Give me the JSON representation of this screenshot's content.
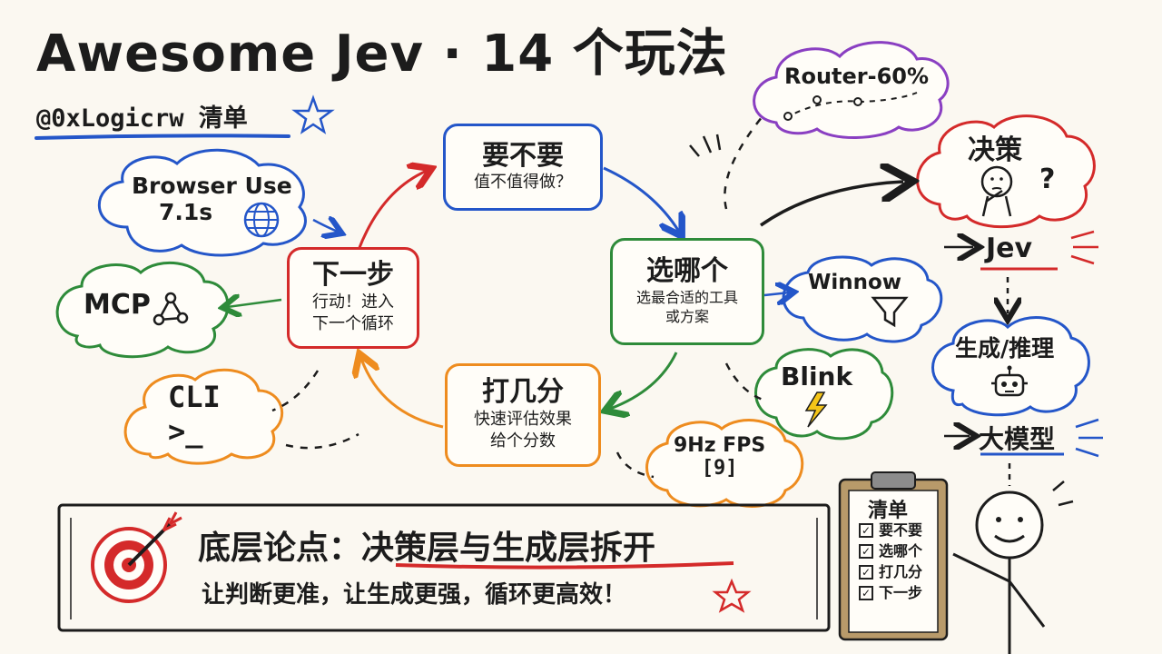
{
  "title": "Awesome Jev · 14 个玩法",
  "handle": "@0xLogicrw 清单",
  "cycle": {
    "top": {
      "title": "要不要",
      "sub": "值不值得做？"
    },
    "right": {
      "title": "选哪个",
      "sub1": "选最合适的工具",
      "sub2": "或方案"
    },
    "bottom": {
      "title": "打几分",
      "sub1": "快速评估效果",
      "sub2": "给个分数"
    },
    "left": {
      "title": "下一步",
      "sub1": "行动！进入",
      "sub2": "下一个循环"
    }
  },
  "clouds": {
    "browser_use": {
      "line1": "Browser Use",
      "line2": "7.1s"
    },
    "mcp": "MCP",
    "cli": {
      "line1": "CLI",
      "line2": ">_"
    },
    "router": "Router-60%",
    "winnow": "Winnow",
    "blink": "Blink",
    "fps": {
      "line1": "9Hz FPS",
      "line2": "[9]"
    },
    "decision": "决策",
    "generation": "生成/推理"
  },
  "right_column": {
    "jev": "Jev",
    "llm": "大模型"
  },
  "thesis": {
    "main_prefix": "底层论点：",
    "main_highlight": "决策层与生成层拆开",
    "sub": "让判断更准，让生成更强，循环更高效！"
  },
  "checklist": {
    "title": "清单",
    "items": [
      "要不要",
      "选哪个",
      "打几分",
      "下一步"
    ]
  },
  "colors": {
    "blue": "#2456c9",
    "red": "#d42a2a",
    "green": "#2e8b3a",
    "orange": "#ee8c1f",
    "purple": "#8a3fc2",
    "ink": "#1c1c1c"
  }
}
